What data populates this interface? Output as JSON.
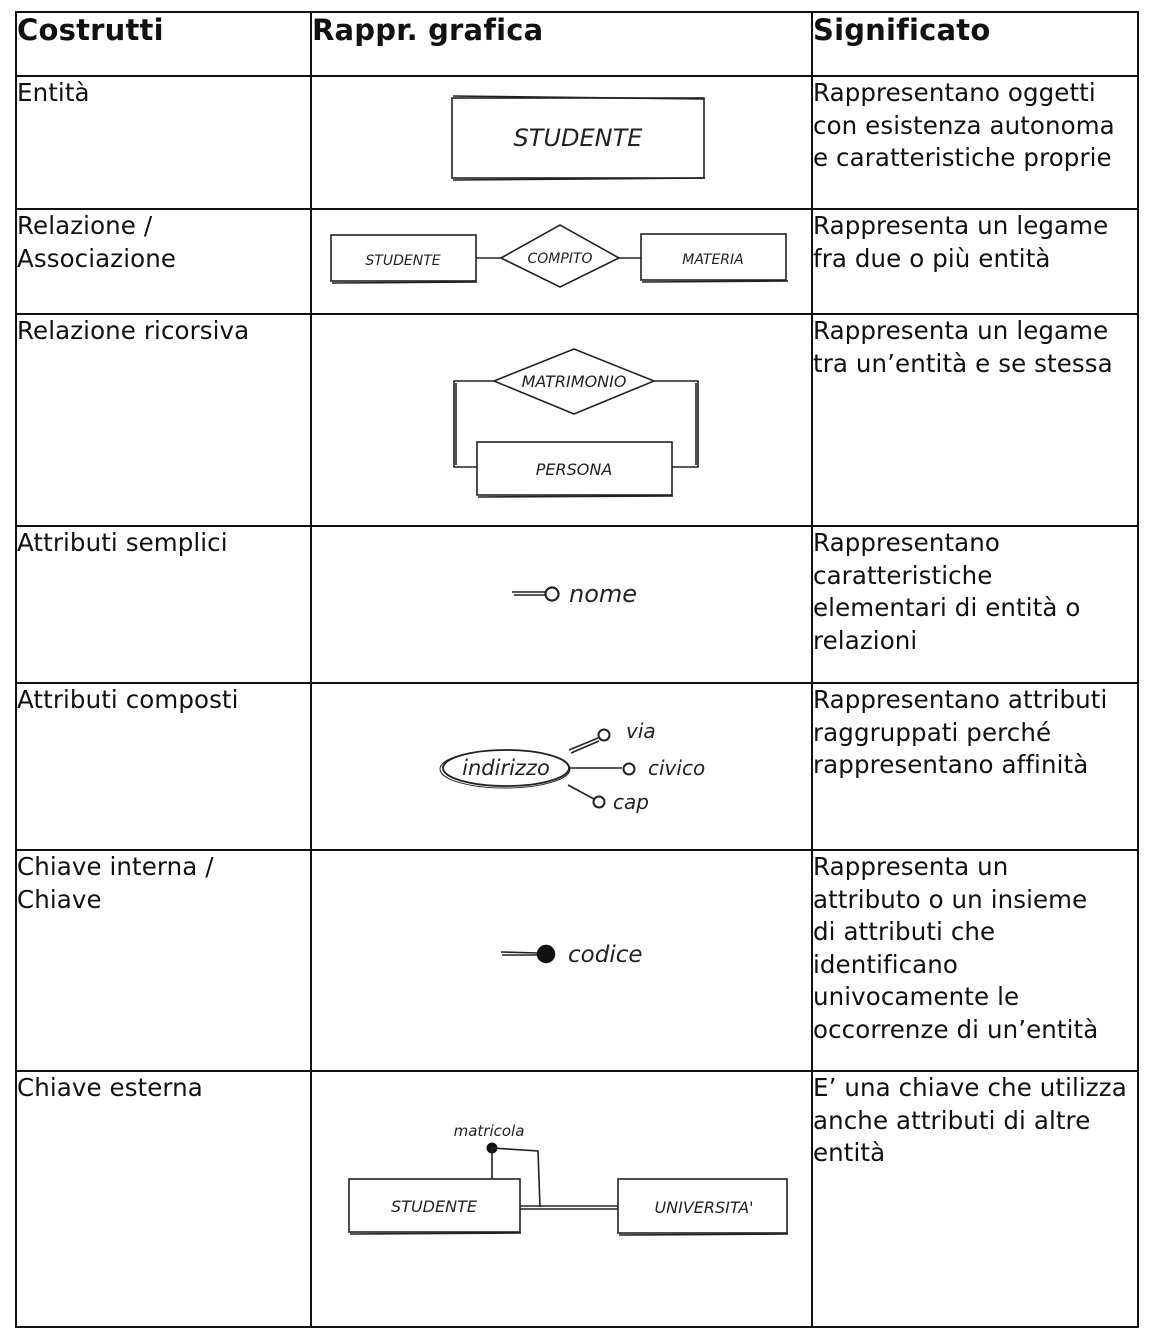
{
  "headers": {
    "construct": "Costrutti",
    "graphic": "Rappr. grafica",
    "meaning": "Significato"
  },
  "rows": [
    {
      "construct": [
        "Entità"
      ],
      "meaning": [
        "Rappresentano oggetti",
        "con esistenza autonoma",
        "e caratteristiche proprie"
      ],
      "figure": {
        "entity": "STUDENTE"
      }
    },
    {
      "construct": [
        "Relazione /",
        "Associazione"
      ],
      "meaning": [
        "Rappresenta un legame",
        "fra due o più entità"
      ],
      "figure": {
        "left_entity": "STUDENTE",
        "relation": "COMPITO",
        "right_entity": "MATERIA"
      }
    },
    {
      "construct": [
        "Relazione ricorsiva"
      ],
      "meaning": [
        "Rappresenta un legame",
        "tra un’entità e se stessa"
      ],
      "figure": {
        "relation": "MATRIMONIO",
        "entity": "PERSONA"
      }
    },
    {
      "construct": [
        "Attributi semplici"
      ],
      "meaning": [
        "Rappresentano",
        "caratteristiche",
        "elementari di entità  o",
        "relazioni"
      ],
      "figure": {
        "attribute": "nome"
      }
    },
    {
      "construct": [
        "Attributi composti"
      ],
      "meaning": [
        "Rappresentano attributi",
        "raggruppati perché",
        "rappresentano affinità"
      ],
      "figure": {
        "composite": "indirizzo",
        "parts": [
          "via",
          "civico",
          "cap"
        ]
      }
    },
    {
      "construct": [
        "Chiave interna /",
        "Chiave"
      ],
      "meaning": [
        "Rappresenta un",
        "attributo o un insieme",
        "di attributi che",
        "identificano",
        "univocamente le",
        "occorrenze di un’entità"
      ],
      "figure": {
        "key": "codice"
      }
    },
    {
      "construct": [
        "Chiave esterna"
      ],
      "meaning": [
        "E’ una chiave che utilizza",
        "anche attributi di altre",
        "entità"
      ],
      "figure": {
        "key": "matricola",
        "left_entity": "STUDENTE",
        "right_entity": "UNIVERSITA'"
      }
    }
  ]
}
